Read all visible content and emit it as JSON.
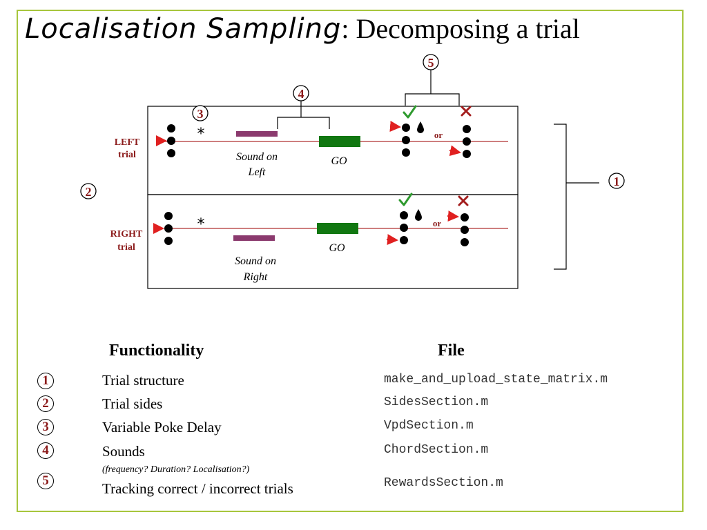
{
  "title": {
    "script_part": "Localisation Sampling",
    "plain_part": ": Decomposing a trial"
  },
  "colors": {
    "frame": "#a7c63d",
    "dark_red": "#8b1a1a",
    "sound_bar": "#8b3a6e",
    "go_bar": "#117711",
    "check": "#2e9a2e",
    "arrow": "#e02020",
    "line": "#b03030"
  },
  "diagram": {
    "left_trial_label": [
      "LEFT",
      "trial"
    ],
    "right_trial_label": [
      "RIGHT",
      "trial"
    ],
    "sound_left": [
      "Sound on",
      "Left"
    ],
    "sound_right": [
      "Sound on",
      "Right"
    ],
    "go_label": "GO",
    "or_label": "or",
    "star": "*",
    "check_icon": "check-icon",
    "cross_icon": "cross-icon",
    "drop_icon": "water-drop-icon",
    "markers": [
      "1",
      "2",
      "3",
      "4",
      "5"
    ]
  },
  "table": {
    "headers": {
      "functionality": "Functionality",
      "file": "File"
    },
    "rows": [
      {
        "num": "1",
        "label": "Trial structure",
        "file": "make_and_upload_state_matrix.m"
      },
      {
        "num": "2",
        "label": "Trial sides",
        "file": "SidesSection.m"
      },
      {
        "num": "3",
        "label": "Variable Poke Delay",
        "file": "VpdSection.m"
      },
      {
        "num": "4",
        "label": "Sounds",
        "sub": "(frequency? Duration? Localisation?)",
        "file": "ChordSection.m"
      },
      {
        "num": "5",
        "label": "Tracking correct / incorrect trials",
        "file": "RewardsSection.m"
      }
    ]
  }
}
